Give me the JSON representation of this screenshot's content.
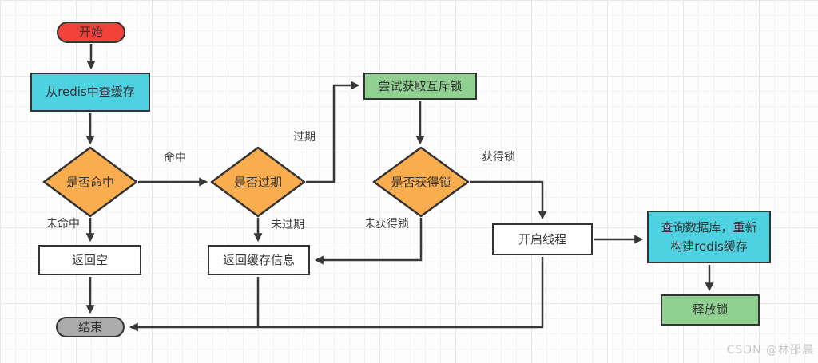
{
  "diagram": {
    "title_hint": "redis cache query flowchart",
    "nodes": {
      "start": "开始",
      "query_redis": "从redis中查缓存",
      "is_hit": "是否命中",
      "return_empty": "返回空",
      "end": "结束",
      "is_expired": "是否过期",
      "return_cache": "返回缓存信息",
      "try_mutex": "尝试获取互斥锁",
      "got_lock": "是否获得锁",
      "start_thread": "开启线程",
      "rebuild_cache": "查询数据库，重新构建redis缓存",
      "release_lock": "释放锁"
    },
    "edge_labels": {
      "hit": "命中",
      "miss": "未命中",
      "expired": "过期",
      "not_expired": "未过期",
      "got_lock": "获得锁",
      "no_lock": "未获得锁"
    },
    "colors": {
      "start_fill": "#f2423a",
      "process_cyan": "#4ed1e1",
      "decision_orange": "#f9ad4e",
      "action_green": "#90d192",
      "end_fill": "#ababab",
      "plain_fill": "#ffffff",
      "stroke": "#333333",
      "line": "#383838"
    }
  },
  "watermark": "CSDN @林邵晨"
}
